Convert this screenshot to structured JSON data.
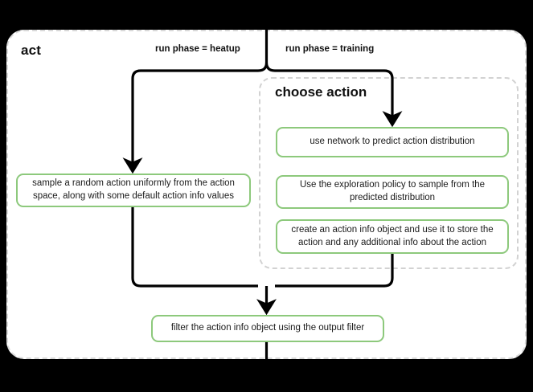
{
  "diagram": {
    "title": "act",
    "groups": [
      {
        "id": "choose-action",
        "title": "choose action"
      }
    ],
    "edge_labels": [
      {
        "id": "heatup",
        "text": "run phase = heatup"
      },
      {
        "id": "training",
        "text": "run phase = training"
      }
    ],
    "nodes": {
      "heatup_sample": "sample a random action uniformly from the action space, along with some default action info values",
      "use_network": "use network to predict action distribution",
      "exploration_policy": "Use the exploration policy to sample from the predicted distribution",
      "create_action_info": "create an action info object and use it to store the action and any additional info about the action",
      "output_filter": "filter the action info object using the output filter"
    }
  },
  "colors": {
    "process_border": "#8dc97c",
    "card_border": "#d9d9d9",
    "group_border": "#d2d2d2",
    "connector": "#000000",
    "background": "#000000",
    "card_background": "#ffffff",
    "text": "#1a1a1a"
  }
}
